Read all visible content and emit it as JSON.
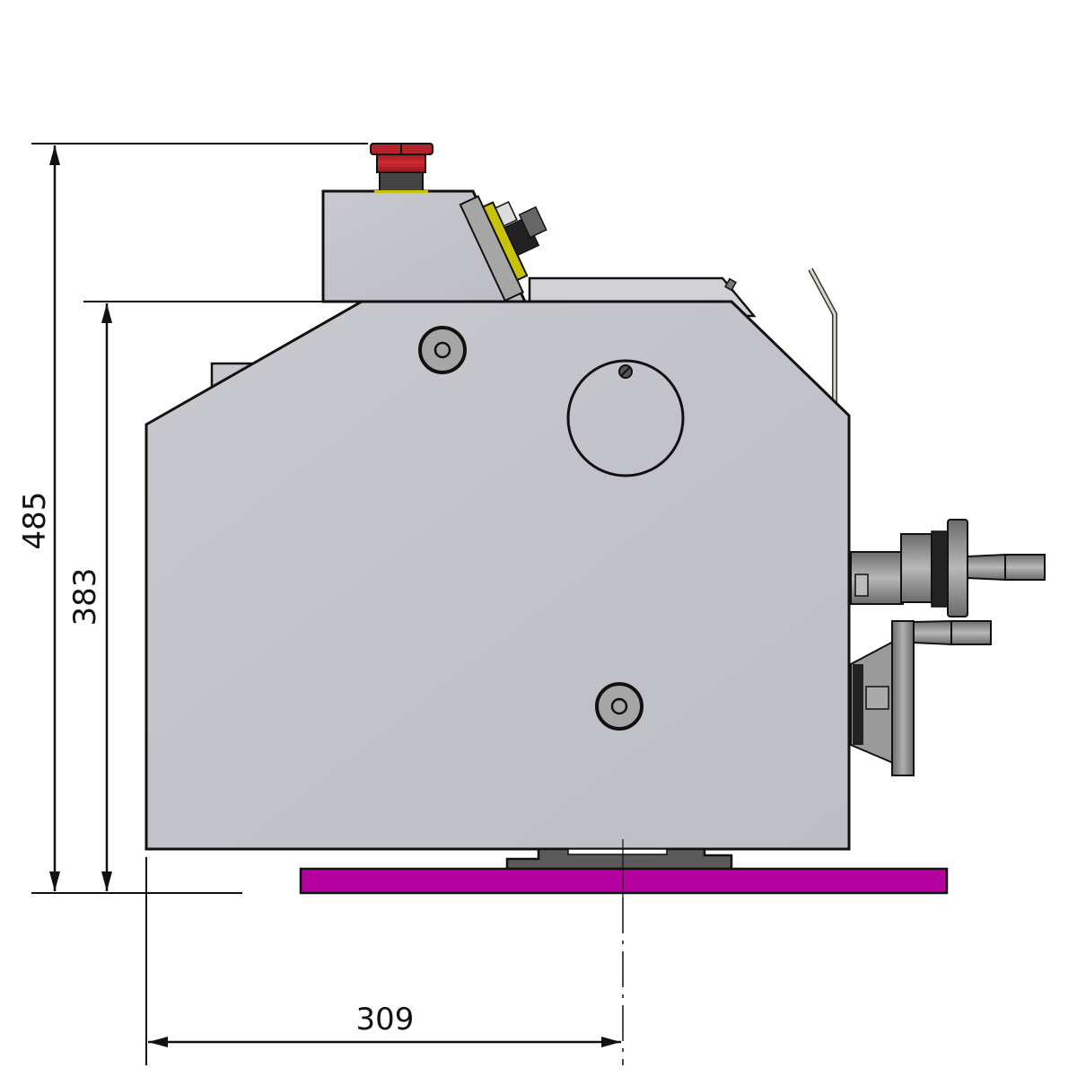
{
  "drawing": {
    "title": "Lathe side view – dimension drawing",
    "units": "mm",
    "colors": {
      "body": "#c4c4cc",
      "outline": "#111111",
      "base_plate": "#b5009f",
      "feet": "#5a5a5a",
      "estop_red": "#c0232b",
      "estop_collar": "#444444",
      "panel_yellow": "#c8c20a",
      "handwheel": "#8f8f8f"
    },
    "dimensions": {
      "overall_height": "485",
      "spindle_height": "383",
      "depth_to_center": "309"
    },
    "components": [
      "emergency-stop-button",
      "control-panel",
      "main-housing",
      "headstock-cover",
      "chuck-guard",
      "inspection-cover",
      "cover-screw-top",
      "cover-screw-bottom",
      "cross-slide-handwheel",
      "carriage-handwheel",
      "mounting-feet",
      "base-plate"
    ]
  }
}
